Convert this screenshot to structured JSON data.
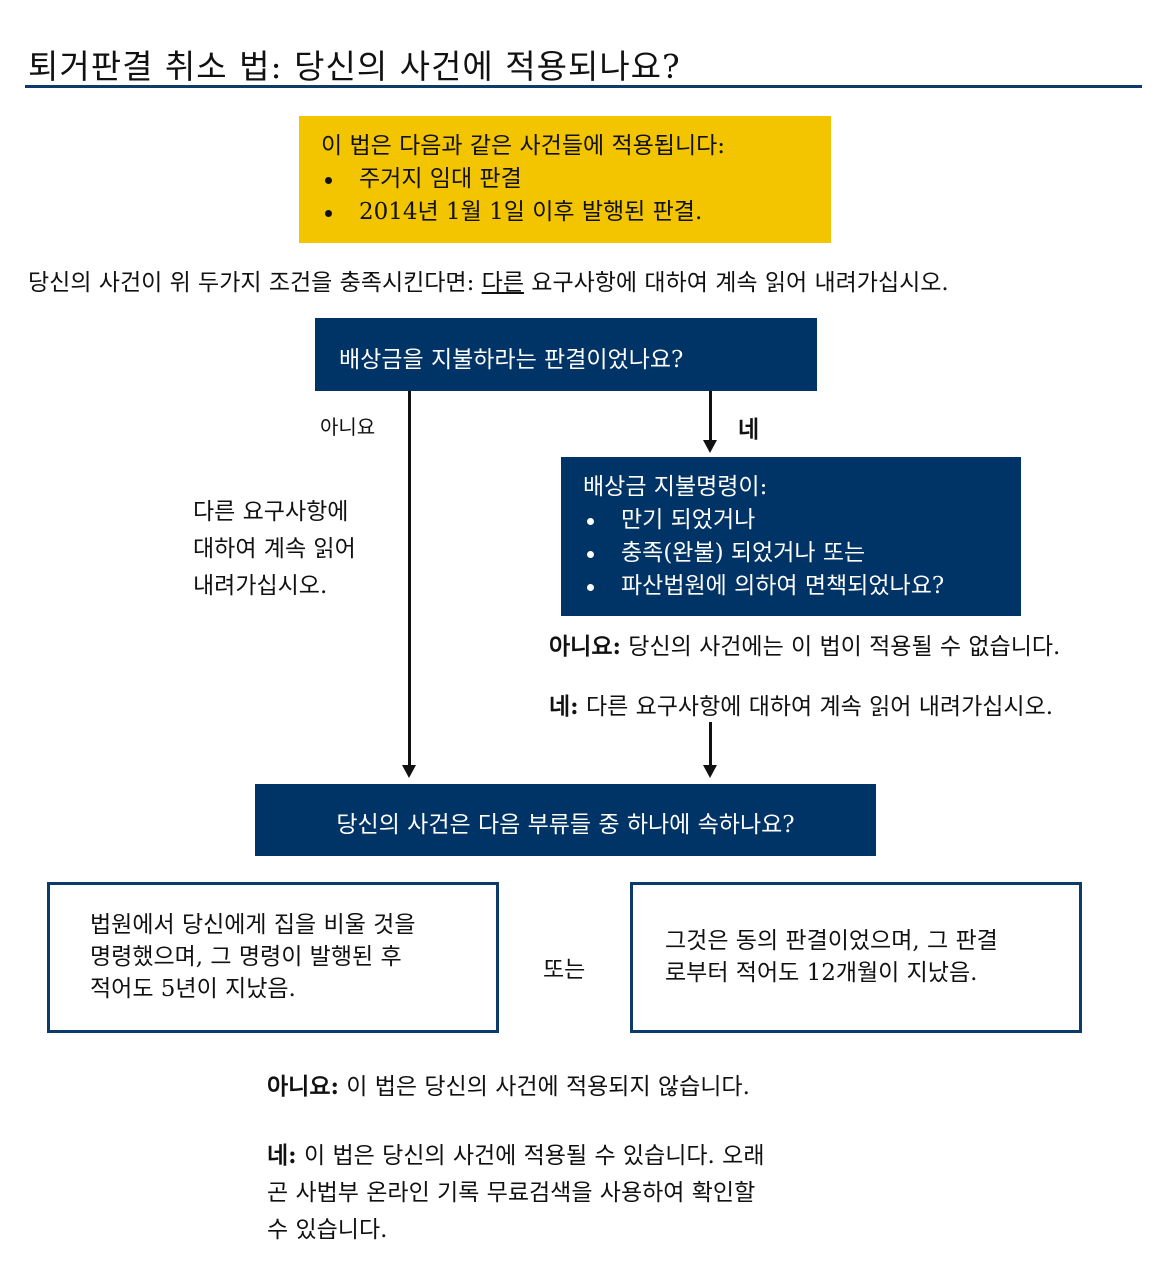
{
  "title": "퇴거판결 취소 법: 당신의 사건에 적용되나요?",
  "applies_box": {
    "heading": "이 법은 다음과 같은 사건들에 적용됩니다:",
    "items": [
      "주거지 임대 판결",
      "2014년 1월 1일 이후 발행된 판결."
    ]
  },
  "intro": {
    "before": "당신의 사건이 위 두가지 조건을 충족시킨다면: ",
    "underlined": "다른",
    "after": " 요구사항에 대하여 계속 읽어 내려가십시오."
  },
  "q1": "배상금을 지불하라는 판결이었나요?",
  "q1_no": "아니요",
  "q1_yes": "네",
  "left_continue": [
    "다른 요구사항에",
    "대하여 계속 읽어",
    "내려가십시오."
  ],
  "q2": {
    "heading": "배상금 지불명령이:",
    "items": [
      "만기 되었거나",
      "충족(완불) 되었거나 또는",
      "파산법원에 의하여 면책되었나요?"
    ]
  },
  "q2_no": {
    "label": "아니요:",
    "text": " 당신의 사건에는 이 법이 적용될 수 없습니다."
  },
  "q2_yes": {
    "label": "네:",
    "text": " 다른 요구사항에 대하여 계속 읽어 내려가십시오."
  },
  "q3": "당신의 사건은 다음 부류들 중 하나에 속하나요?",
  "option_a": [
    "법원에서 당신에게 집을 비울 것을",
    "명령했으며, 그 명령이 발행된 후",
    "적어도 5년이 지났음."
  ],
  "or": "또는",
  "option_b": [
    "그것은 동의 판결이었으며, 그 판결",
    "로부터 적어도 12개월이 지났음."
  ],
  "final_no": {
    "label": "아니요:",
    "text": " 이 법은 당신의 사건에 적용되지 않습니다."
  },
  "final_yes": {
    "label": "네:",
    "lines": [
      " 이 법은 당신의 사건에 적용될 수 있습니다. 오래",
      "곤 사법부 온라인 기록 무료검색을 사용하여 확인할",
      "수 있습니다."
    ]
  },
  "colors": {
    "navy": "#003366",
    "yellow": "#f2c500"
  }
}
